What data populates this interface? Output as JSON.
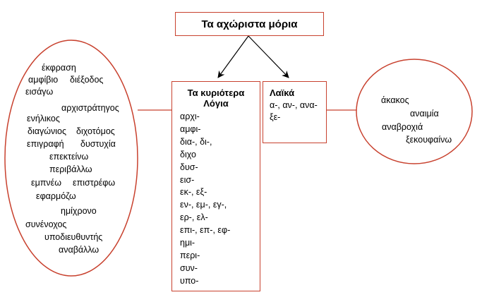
{
  "title": "Τα αχώριστα μόρια",
  "scholarly": {
    "heading_line1": "Τα κυριότερα",
    "heading_line2": "Λόγια",
    "prefixes": [
      "αρχι-",
      "αμφι-",
      "δια-, δι-,",
      "διχο",
      "δυσ-",
      "εισ-",
      "εκ-, εξ-",
      "εν-, εμ-, εγ-,",
      "ερ-, ελ-",
      "επι-, επ-, εφ-",
      "ημι-",
      "περι-",
      "συν-",
      "υπο-"
    ]
  },
  "popular": {
    "heading": "Λαϊκά",
    "prefixes": [
      "α-, αν-, ανα-",
      "ξε-"
    ]
  },
  "scholarly_examples": [
    "έκφραση",
    "αμφίβιο",
    "διέξοδος",
    "εισάγω",
    "αρχιστράτηγος",
    "ενήλικος",
    "διαγώνιος",
    "διχοτόμος",
    "επιγραφή",
    "δυστυχία",
    "επεκτείνω",
    "περιβάλλω",
    "εμπνέω",
    "επιστρέφω",
    "εφαρμόζω",
    "ημίχρονο",
    "συνένοχος",
    "υποδιευθυντής",
    "αναβάλλω"
  ],
  "popular_examples": [
    "άκακος",
    "αναιμία",
    "αναβροχιά",
    "ξεκουφαίνω"
  ],
  "colors": {
    "border": "#c8412e",
    "line": "#000000"
  }
}
